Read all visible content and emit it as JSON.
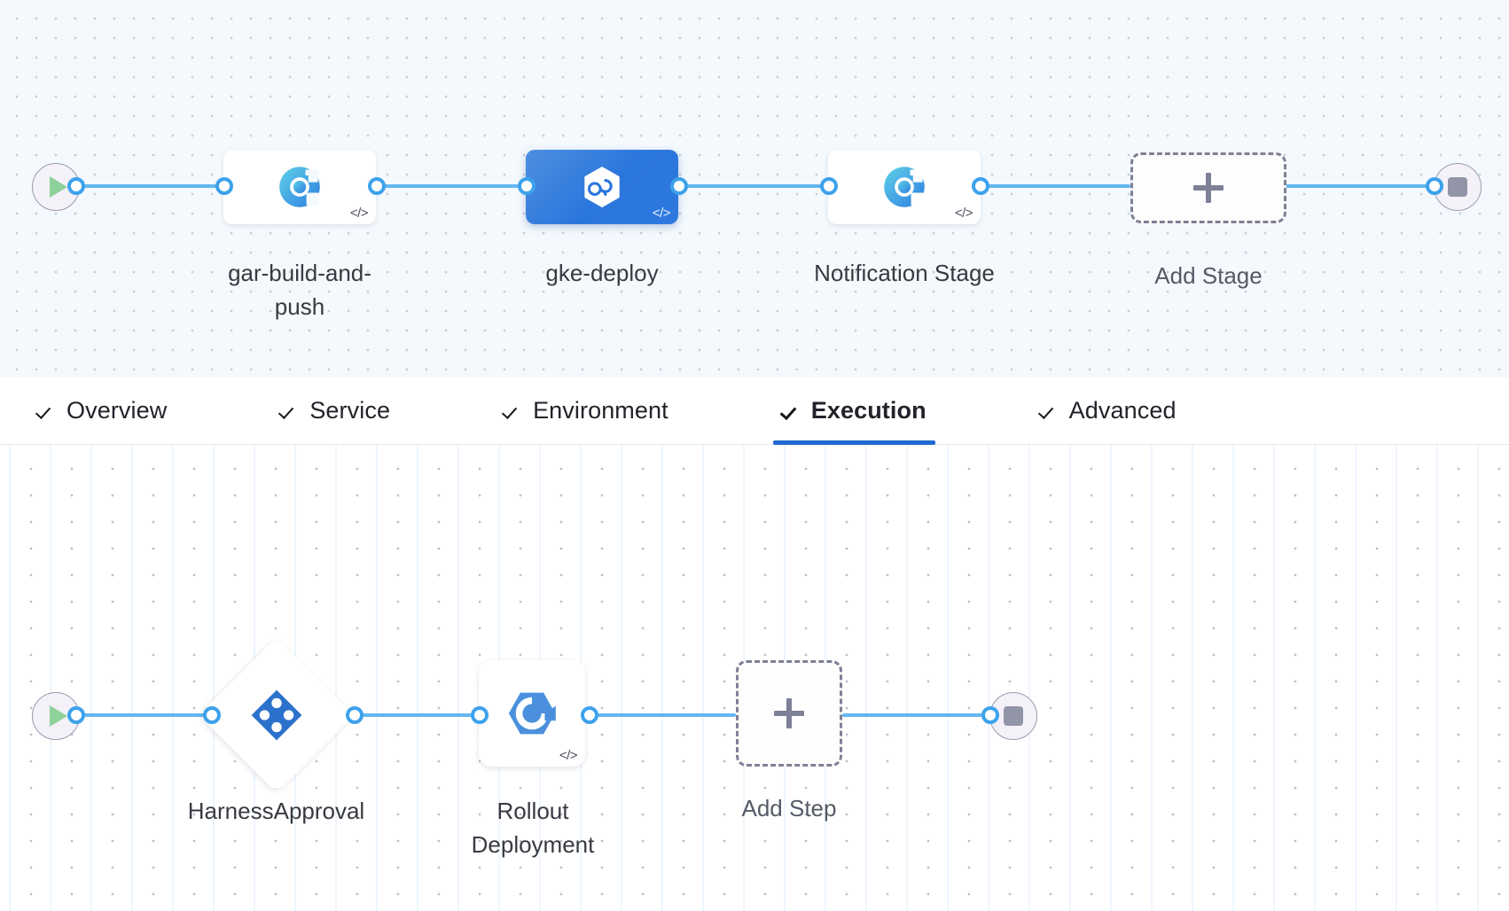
{
  "theme": {
    "accent_blue": "#3da2ec",
    "selected_stage_blue": "#2b76dd",
    "tab_underline": "#1f69d0",
    "dashed_border": "#7d8096",
    "play_green": "#8fd19a",
    "stop_gray": "#9295a8",
    "stage_canvas_bg": "#f4f9fd",
    "step_canvas_bg": "#ffffff"
  },
  "stage_graph": {
    "start_node": {
      "name": "pipeline-start",
      "icon": "play-icon"
    },
    "end_node": {
      "name": "pipeline-end",
      "icon": "stop-icon"
    },
    "stages": [
      {
        "label": "gar-build-and-push",
        "icon": "harness-ci-icon",
        "badge": "</>",
        "selected": false
      },
      {
        "label": "gke-deploy",
        "icon": "harness-cd-icon",
        "badge": "</>",
        "selected": true
      },
      {
        "label": "Notification Stage",
        "icon": "harness-ci-icon",
        "badge": "</>",
        "selected": false
      }
    ],
    "add_stage": {
      "label": "Add Stage",
      "icon": "plus-icon"
    }
  },
  "tabs": [
    {
      "label": "Overview",
      "icon": "check-icon",
      "active": false
    },
    {
      "label": "Service",
      "icon": "check-icon",
      "active": false
    },
    {
      "label": "Environment",
      "icon": "check-icon",
      "active": false
    },
    {
      "label": "Execution",
      "icon": "check-icon",
      "active": true
    },
    {
      "label": "Advanced",
      "icon": "check-icon",
      "active": false
    }
  ],
  "step_graph": {
    "start_node": {
      "name": "execution-start",
      "icon": "play-icon"
    },
    "end_node": {
      "name": "execution-end",
      "icon": "stop-icon"
    },
    "steps": [
      {
        "label": "HarnessApproval",
        "icon": "harness-approval-icon",
        "shape": "diamond",
        "badge": ""
      },
      {
        "label": "Rollout Deployment",
        "icon": "rollout-deployment-icon",
        "shape": "square",
        "badge": "</>"
      }
    ],
    "add_step": {
      "label": "Add Step",
      "icon": "plus-icon"
    }
  }
}
